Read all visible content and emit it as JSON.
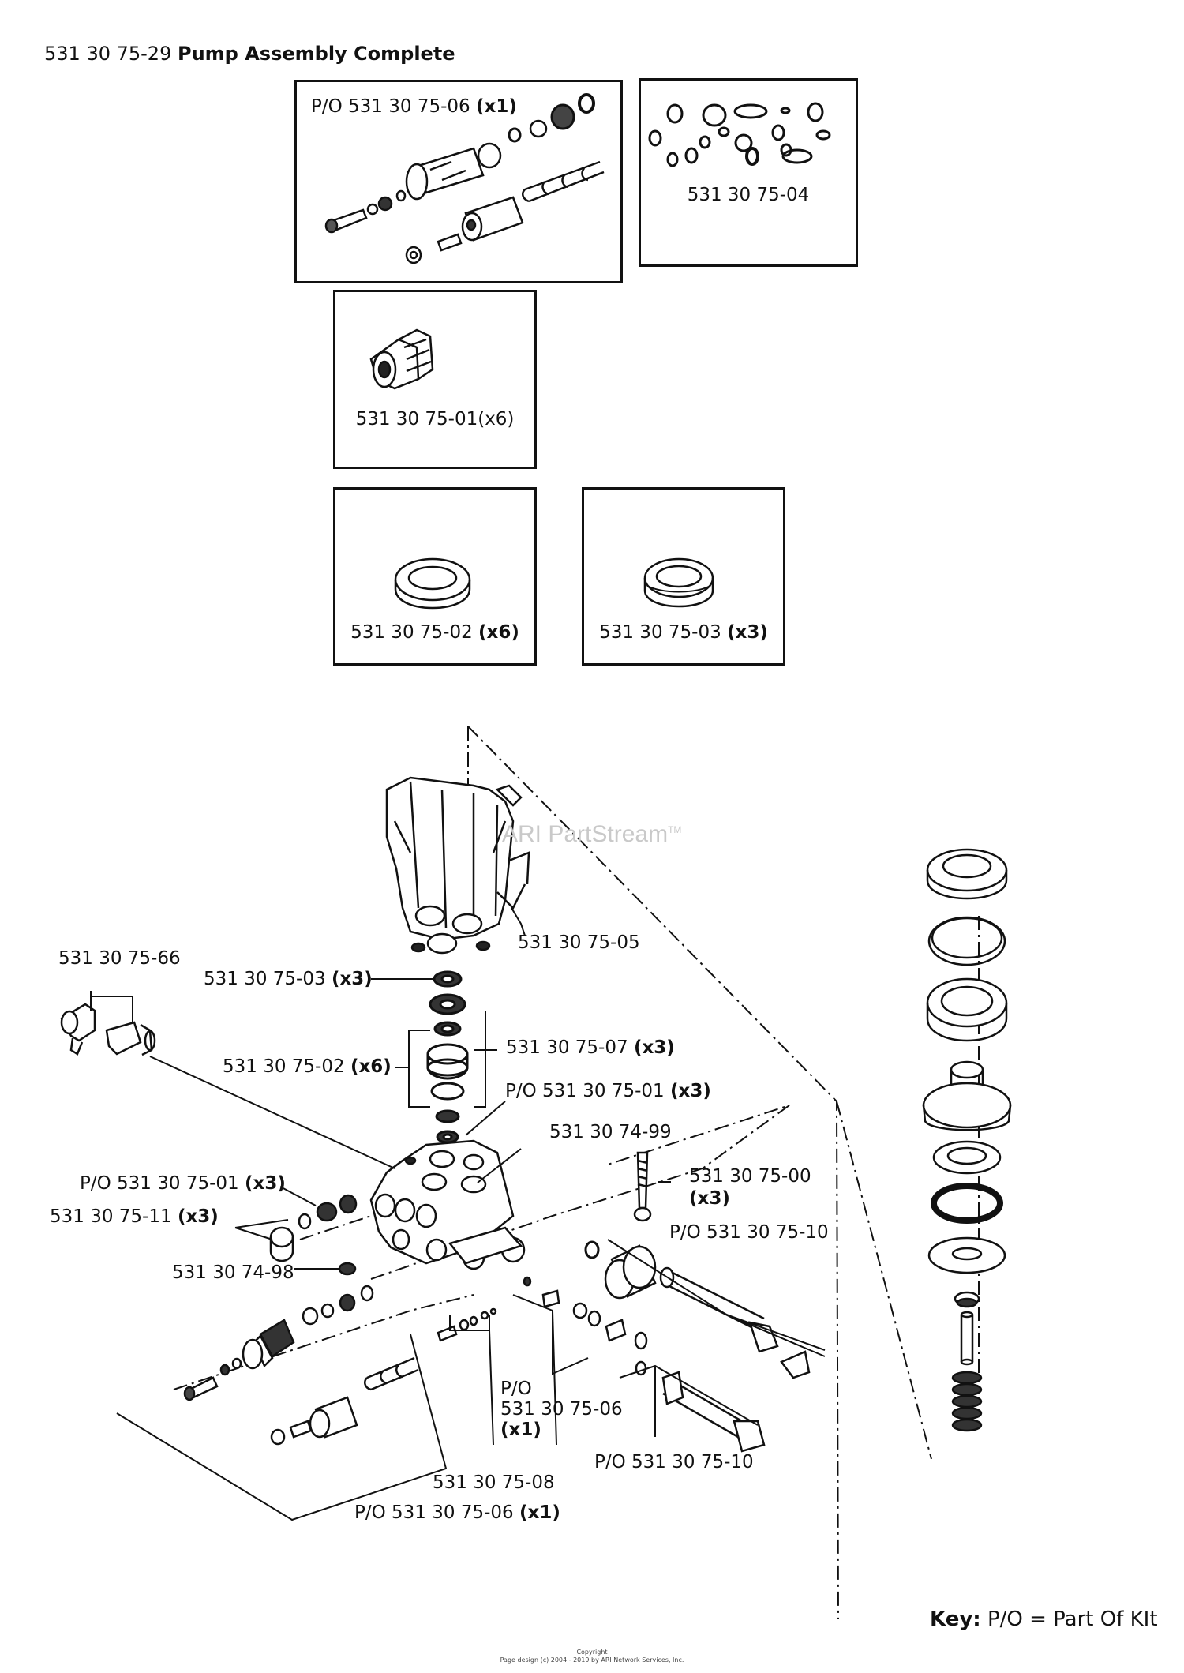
{
  "title": {
    "part_no": "531 30 75-29",
    "name": "Pump Assembly Complete"
  },
  "watermark": {
    "text": "ARI PartStream",
    "tm": "TM"
  },
  "kits": [
    {
      "id": "kit-06",
      "text": "P/O 531 30 75-06",
      "qty": "(x1)"
    },
    {
      "id": "kit-04",
      "text": "531 30 75-04",
      "qty": ""
    },
    {
      "id": "kit-01",
      "text": "531 30 75-01(x6)",
      "qty": ""
    },
    {
      "id": "kit-02",
      "text": "531 30 75-02",
      "qty": "(x6)"
    },
    {
      "id": "kit-03",
      "text": "531 30 75-03",
      "qty": "(x3)"
    }
  ],
  "callouts": {
    "c66": {
      "text": "531 30 75-66",
      "qty": ""
    },
    "c05": {
      "text": "531 30 75-05",
      "qty": ""
    },
    "c03": {
      "text": "531 30 75-03",
      "qty": "(x3)"
    },
    "c07": {
      "text": "531 30 75-07",
      "qty": "(x3)"
    },
    "c02": {
      "text": "531 30 75-02",
      "qty": "(x6)"
    },
    "c01a": {
      "text": "P/O 531 30 75-01",
      "qty": "(x3)"
    },
    "c99": {
      "text": "531 30 74-99",
      "qty": ""
    },
    "c01b": {
      "text": "P/O 531 30 75-01",
      "qty": "(x3)"
    },
    "c00": {
      "text": "531 30 75-00",
      "qty": "(x3)"
    },
    "c11": {
      "text": "531 30 75-11",
      "qty": "(x3)"
    },
    "c10a": {
      "text": "P/O 531 30 75-10",
      "qty": ""
    },
    "c98": {
      "text": "531 30 74-98",
      "qty": ""
    },
    "c06a": {
      "line1": "P/O",
      "line2": "531 30 75-06",
      "qty": "(x1)"
    },
    "c10b": {
      "text": "P/O 531 30 75-10",
      "qty": ""
    },
    "c08": {
      "text": "531 30 75-08",
      "qty": ""
    },
    "c06b": {
      "text": "P/O 531 30 75-06",
      "qty": "(x1)"
    }
  },
  "key": {
    "label": "Key:",
    "text": "P/O = Part Of KIt"
  },
  "copyright": {
    "line1": "Copyright",
    "line2": "Page design (c) 2004 - 2019 by ARI Network Services, Inc."
  }
}
